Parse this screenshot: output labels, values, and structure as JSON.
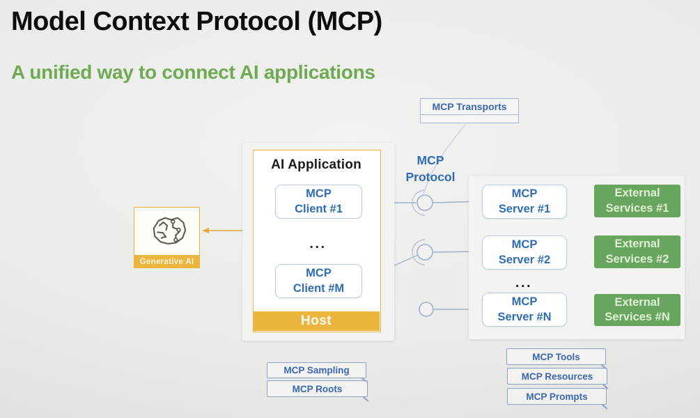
{
  "slide": {
    "title": "Model Context Protocol (MCP)",
    "subtitle": "A unified way to connect AI applications"
  },
  "annotations": {
    "transports": "MCP Transports",
    "protocol": "MCP\nProtocol"
  },
  "generative_ai": {
    "label": "Generative AI",
    "icon": "brain-circuit-icon"
  },
  "ai_application": {
    "title": "AI Application",
    "host_label": "Host",
    "ellipsis": "...",
    "clients": [
      {
        "label": "MCP\nClient #1"
      },
      {
        "label": "MCP\nClient #M"
      }
    ]
  },
  "mcp_servers": {
    "ellipsis": "...",
    "items": [
      {
        "label": "MCP\nServer #1"
      },
      {
        "label": "MCP\nServer #2"
      },
      {
        "label": "MCP\nServer #N"
      }
    ]
  },
  "external_services": {
    "items": [
      {
        "label": "External\nServices #1"
      },
      {
        "label": "External\nServices #2"
      },
      {
        "label": "External\nServices #N"
      }
    ]
  },
  "capabilities": {
    "client": [
      {
        "label": "MCP Sampling"
      },
      {
        "label": "MCP Roots"
      }
    ],
    "server": [
      {
        "label": "MCP Tools"
      },
      {
        "label": "MCP Resources"
      },
      {
        "label": "MCP Prompts"
      }
    ]
  },
  "colors": {
    "accent_orange": "#ecb53d",
    "title_green": "#6faa53",
    "box_green": "#68a55e",
    "text_blue": "#2e6cb5"
  }
}
